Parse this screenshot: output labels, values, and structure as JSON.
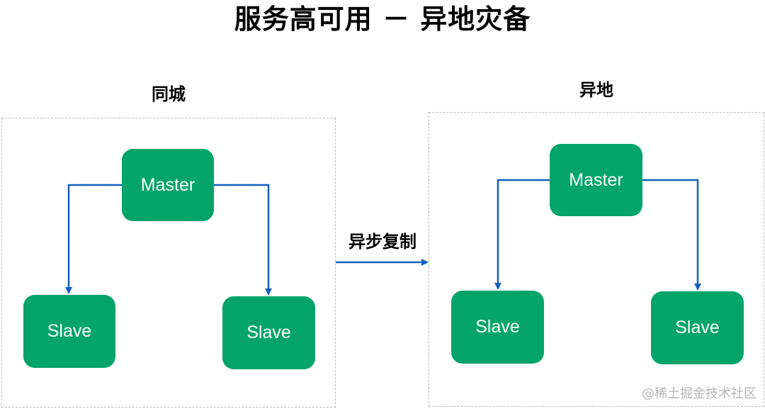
{
  "title": "服务高可用 － 异地灾备",
  "groups": {
    "local": {
      "label": "同城",
      "master": "Master",
      "slave_left": "Slave",
      "slave_right": "Slave"
    },
    "remote": {
      "label": "异地",
      "master": "Master",
      "slave_left": "Slave",
      "slave_right": "Slave"
    }
  },
  "link_label": "异步复制",
  "watermark": "@稀土掘金技术社区",
  "colors": {
    "node_fill": "#04a46a",
    "node_text": "#ffffff",
    "arrow": "#1560bd",
    "region_border": "#b9b9b9"
  }
}
